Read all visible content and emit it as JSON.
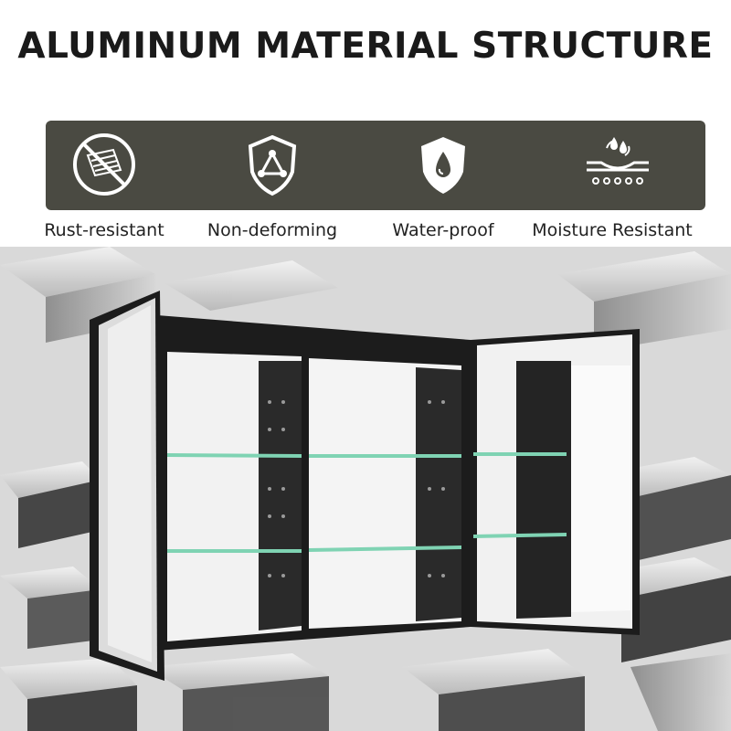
{
  "title": "ALUMINUM MATERIAL STRUCTURE",
  "features": [
    {
      "label": "Rust-resistant",
      "icon": "rust-resistant-icon"
    },
    {
      "label": "Non-deforming",
      "icon": "non-deforming-shield-icon"
    },
    {
      "label": "Water-proof",
      "icon": "water-proof-shield-icon"
    },
    {
      "label": "Moisture Resistant",
      "icon": "moisture-resistant-icon"
    }
  ],
  "colors": {
    "feature_bar": "#4a4a42",
    "icon_white": "#ffffff",
    "title_text": "#1a1a1a",
    "cabinet_frame": "#1c1c1c",
    "shelf_glass": "#7fd3b3"
  }
}
